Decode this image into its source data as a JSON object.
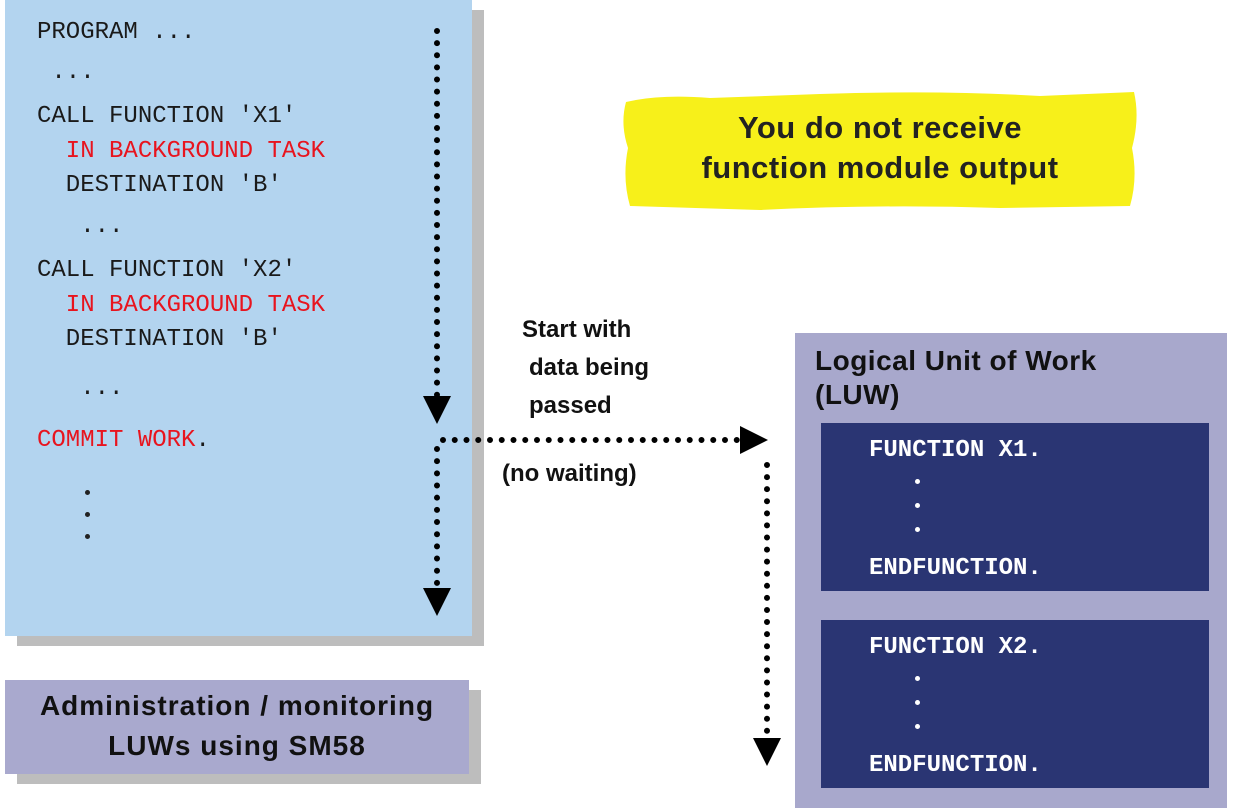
{
  "program": {
    "lines": [
      {
        "text": "PROGRAM ...",
        "color": "#1a1a1a"
      },
      {
        "text": " ...",
        "color": "#1a1a1a"
      },
      {
        "text": "CALL FUNCTION 'X1'",
        "color": "#1a1a1a"
      },
      {
        "text": "  IN BACKGROUND TASK",
        "color": "#e8141e"
      },
      {
        "text": "  DESTINATION 'B'",
        "color": "#1a1a1a"
      },
      {
        "text": "   ...",
        "color": "#1a1a1a"
      },
      {
        "text": "CALL FUNCTION 'X2'",
        "color": "#1a1a1a"
      },
      {
        "text": "  IN BACKGROUND TASK",
        "color": "#e8141e"
      },
      {
        "text": "  DESTINATION 'B'",
        "color": "#1a1a1a"
      },
      {
        "text": "   ...",
        "color": "#1a1a1a"
      }
    ],
    "commit_keyword": "COMMIT WORK",
    "commit_period": "."
  },
  "note": {
    "line1": "You do not receive",
    "line2": "function module output"
  },
  "transfer": {
    "line1": "Start with",
    "line2": "data being",
    "line3": "passed",
    "no_waiting": "(no waiting)"
  },
  "admin": {
    "line1": "Administration / monitoring",
    "line2": "LUWs using SM58"
  },
  "luw": {
    "title_line1": "Logical Unit of Work",
    "title_line2": "(LUW)",
    "functions": [
      {
        "start": "FUNCTION X1.",
        "end": "ENDFUNCTION."
      },
      {
        "start": "FUNCTION X2.",
        "end": "ENDFUNCTION."
      }
    ]
  },
  "colors": {
    "program_bg": "#b3d4ef",
    "keyword_red": "#e8141e",
    "note_yellow": "#f7f01a",
    "admin_bg": "#a9a9ce",
    "luw_bg": "#a8a8cc",
    "function_bg": "#2a3573"
  }
}
